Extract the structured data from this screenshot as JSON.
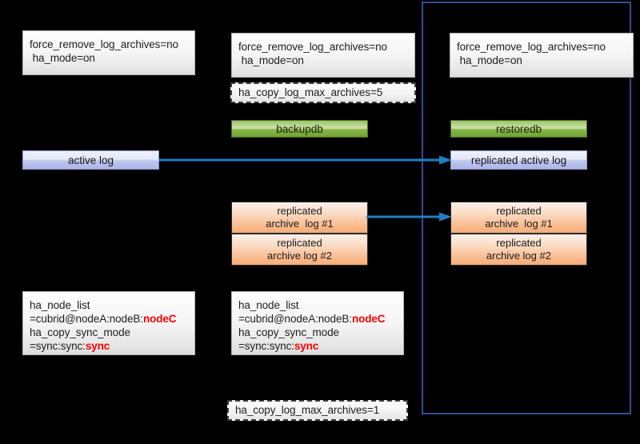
{
  "diagram": {
    "title": "CUBRID HA replication / backup-restore log flow",
    "background_color": "#000000",
    "accent_color": "#1f7fc4",
    "region_border_color": "#2f4f9b",
    "highlight_color": "#ff0000"
  },
  "region": {
    "name": "restored-node-region",
    "label": ""
  },
  "columns": {
    "left": {
      "config_box": {
        "line1": "force_remove_log_archives=no",
        "line2": " ha_mode=on"
      },
      "active_log": {
        "label": "active log"
      },
      "node_list_box": {
        "line1": "ha_node_list",
        "line2_prefix": "=cubrid@nodeA:nodeB:",
        "line2_highlight": "nodeC",
        "line3": "ha_copy_sync_mode",
        "line4_prefix": "=sync:sync:",
        "line4_highlight": "sync"
      }
    },
    "middle": {
      "config_box": {
        "line1": "force_remove_log_archives=no",
        "line2": " ha_mode=on"
      },
      "dashed_box": {
        "label": "ha_copy_log_max_archives=5"
      },
      "action_button": {
        "label": "backupdb"
      },
      "archive_logs": [
        {
          "line1": "replicated",
          "line2": "archive  log #1"
        },
        {
          "line1": "replicated",
          "line2": "archive log #2"
        }
      ],
      "node_list_box": {
        "line1": "ha_node_list",
        "line2_prefix": "=cubrid@nodeA:nodeB:",
        "line2_highlight": "nodeC",
        "line3": "ha_copy_sync_mode",
        "line4_prefix": "=sync:sync:",
        "line4_highlight": "sync"
      },
      "bottom_dashed_box": {
        "label": "ha_copy_log_max_archives=1"
      }
    },
    "right": {
      "config_box": {
        "line1": "force_remove_log_archives=no",
        "line2": " ha_mode=on"
      },
      "action_button": {
        "label": "restoredb"
      },
      "active_log": {
        "label": "replicated active log"
      },
      "archive_logs": [
        {
          "line1": "replicated",
          "line2": "archive  log #1"
        },
        {
          "line1": "replicated",
          "line2": "archive log #2"
        }
      ]
    }
  },
  "arrows": [
    {
      "name": "active-log-replication-arrow",
      "from": "active log",
      "to": "replicated active log"
    },
    {
      "name": "archive-log-replication-arrow",
      "from": "replicated archive log #1 (middle)",
      "to": "replicated archive log #1 (right)"
    }
  ]
}
